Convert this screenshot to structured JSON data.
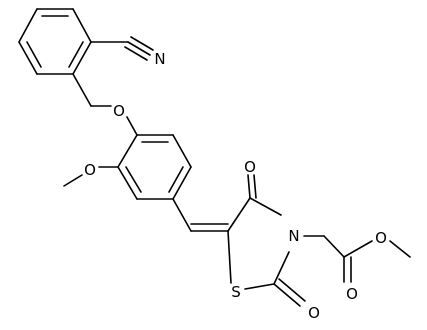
{
  "molecule": {
    "atom_labels": {
      "nitrile_n": "N",
      "ether_o": "O",
      "methoxy_o": "O",
      "ring_carbonyl_o": "O",
      "ring_n": "N",
      "ring_s": "S",
      "thioester_o": "O",
      "ester_carbonyl_o": "O",
      "ester_o": "O"
    }
  }
}
